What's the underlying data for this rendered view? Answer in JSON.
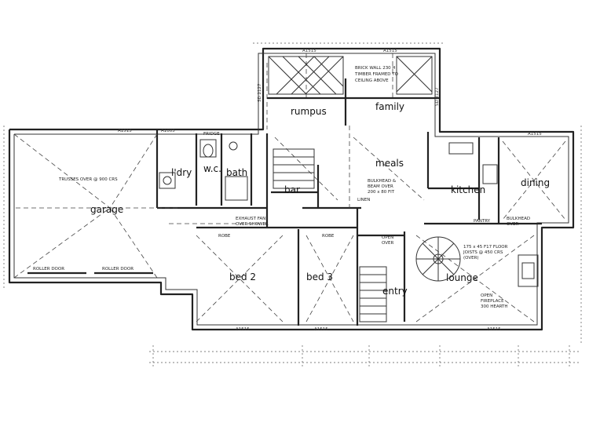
{
  "rooms": {
    "rumpus": "rumpus",
    "family": "family",
    "meals": "meals",
    "dining": "dining",
    "kitchen": "kitchen",
    "garage": "garage",
    "ldry": "l'dry",
    "wc": "w.c.",
    "bath": "bath",
    "bar": "bar",
    "bed2": "bed 2",
    "bed3": "bed 3",
    "entry": "entry",
    "lounge": "lounge"
  },
  "notes": {
    "brick_wall_1": "BRICK WALL 230 H",
    "brick_wall_2": "TIMBER FRAMED TO",
    "brick_wall_3": "CEILING ABOVE",
    "trusses": "TRUSSES OVER @ 900 CRS",
    "exhaust_1": "EXHAUST FAN",
    "exhaust_2": "OVER SHOWER",
    "bulkhead_1": "BULKHEAD &",
    "bulkhead_2": "BEAM OVER",
    "bulkhead_3": "200 x 80 FIT",
    "bulkhead_r1": "BULKHEAD",
    "bulkhead_r2": "OVER",
    "open_over_1": "OPEN",
    "open_over_2": "OVER",
    "joists_1": "175 x 45 F17 FLOOR",
    "joists_2": "JOISTS @ 450 CRS",
    "joists_3": "(OVER)",
    "fireplace_1": "OPEN",
    "fireplace_2": "FIREPLACE",
    "fireplace_3": "300 HEARTH",
    "roller_door_1": "ROLLER DOOR",
    "roller_door_2": "ROLLER DOOR",
    "robe_1": "ROBE",
    "robe_2": "ROBE",
    "linen": "LINEN",
    "pantry": "PANTRY",
    "fridge": "FRIDGE",
    "dim_a_top1": "A1515",
    "dim_a_top2": "A1515",
    "dim_a_left1": "A1515",
    "dim_a_left2": "A1005",
    "dim_a_right": "A1515",
    "dim_a_bot1": "A1515",
    "dim_a_bot2": "A1515",
    "dim_a_bot3": "A1515",
    "dim_side1": "SD 2127",
    "dim_side2": "SD 2127"
  }
}
